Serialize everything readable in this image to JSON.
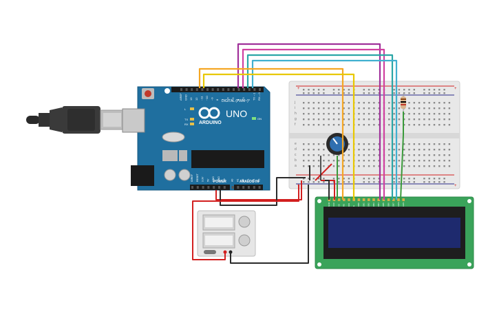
{
  "arduino": {
    "brand_label": "ARDUINO",
    "model_label": "UNO",
    "digital_label": "DIGITAL (PWM~)",
    "power_label": "POWER",
    "analog_label": "ANALOG IN",
    "on_label": "ON",
    "tx_label": "TX",
    "rx_label": "RX",
    "l_label": "L",
    "top_pins": [
      "AREF",
      "GND",
      "13",
      "12",
      "~11",
      "~10",
      "~9",
      "8",
      "7",
      "~6",
      "~5",
      "4",
      "~3",
      "2",
      "TX→1",
      "RX←0"
    ],
    "bottom_pins": [
      "IOREF",
      "RESET",
      "3.3V",
      "5V",
      "GND",
      "GND",
      "Vin",
      "A0",
      "A1",
      "A2",
      "A3",
      "A4",
      "A5"
    ]
  },
  "breadboard": {
    "row_letters_top": [
      "j",
      "i",
      "h",
      "g",
      "f"
    ],
    "row_letters_bottom": [
      "e",
      "d",
      "c",
      "b",
      "a"
    ],
    "columns": 30
  },
  "lcd": {
    "pin_labels": [
      "GND",
      "VCC",
      "V0",
      "RS",
      "RW",
      "E",
      "DB0",
      "DB1",
      "DB2",
      "DB3",
      "DB4",
      "DB5",
      "DB6",
      "DB7",
      "LED+",
      "LED-"
    ]
  },
  "colors": {
    "board": "#1f6f9f",
    "breadboard": "#e8e8e8",
    "lcd_pcb": "#3aa35a",
    "lcd_screen": "#1e2a6e",
    "wire_orange": "#f5a623",
    "wire_yellow": "#e8c800",
    "wire_magenta": "#a0309a",
    "wire_pink": "#d040a0",
    "wire_teal": "#2aa6a6",
    "wire_cyan": "#40b0d0",
    "wire_red": "#d21f1f",
    "wire_black": "#2a2a2a",
    "wire_green": "#3a9a3a"
  }
}
